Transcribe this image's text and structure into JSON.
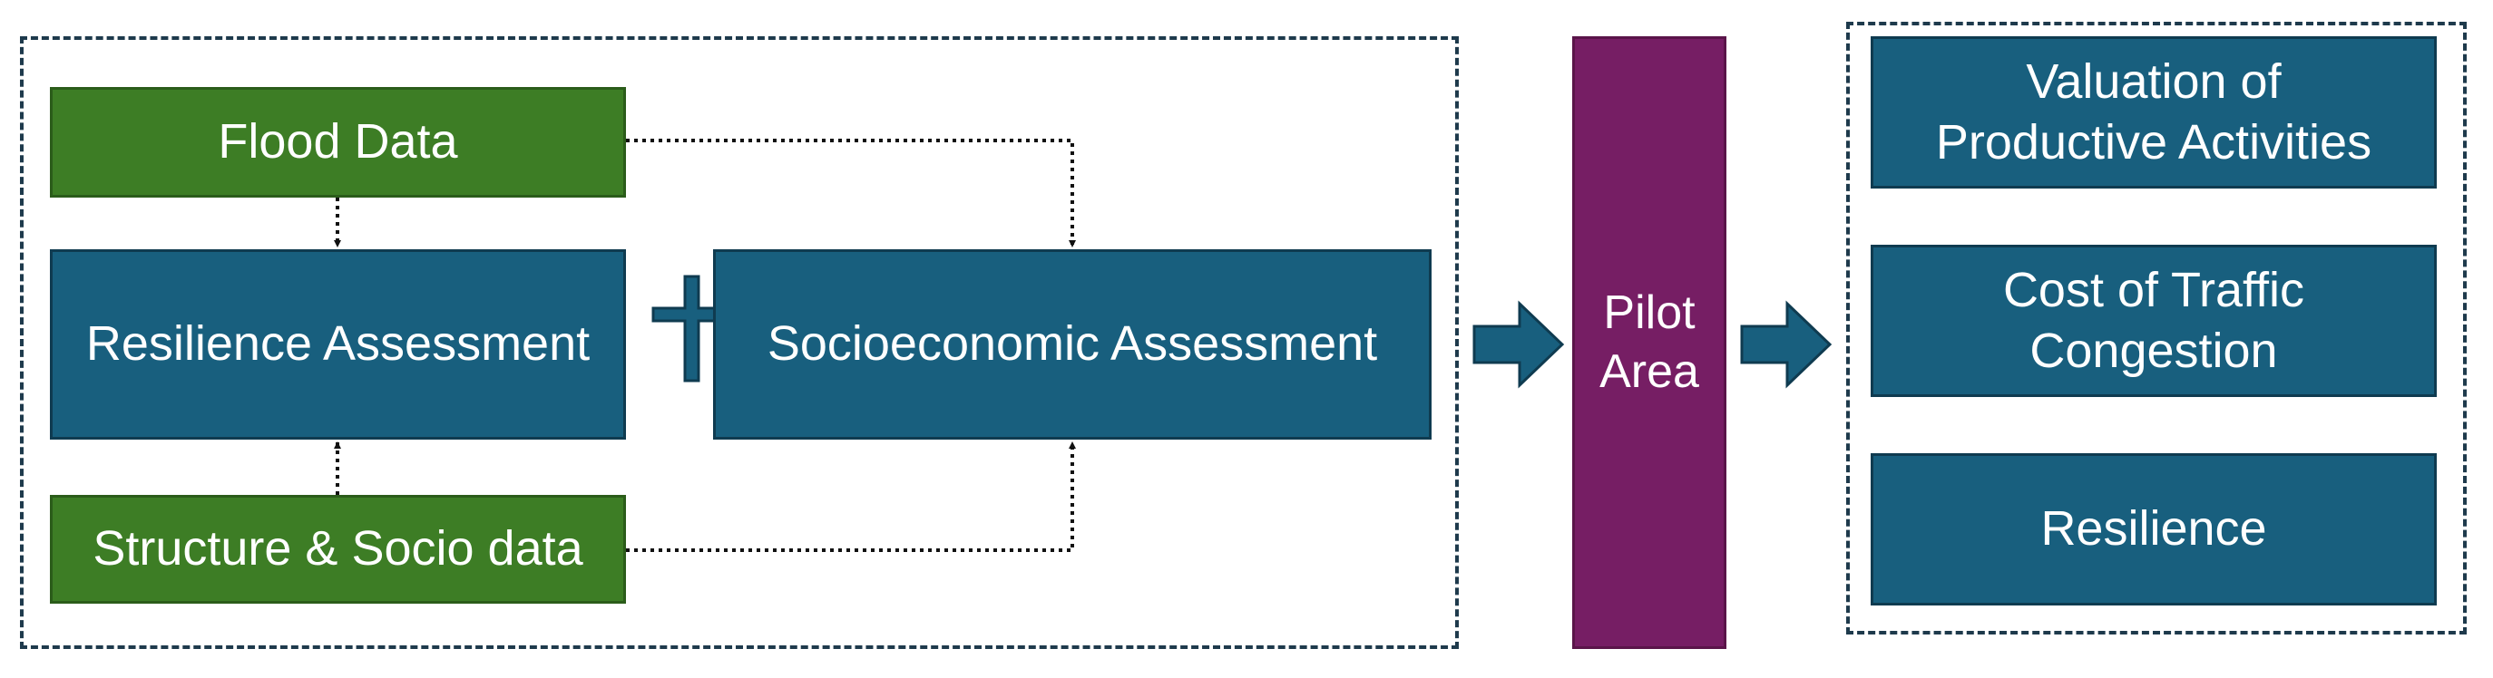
{
  "inputs": {
    "flood_data": "Flood Data",
    "structure_socio_data": "Structure & Socio data"
  },
  "assessments": {
    "resilience": "Resilience Assessment",
    "socioeconomic": "Socioeconomic Assessment"
  },
  "pilot_area": {
    "line1": "Pilot",
    "line2": "Area"
  },
  "outputs": {
    "valuation_line1": "Valuation of",
    "valuation_line2": "Productive Activities",
    "traffic_line1": "Cost of Traffic",
    "traffic_line2": "Congestion",
    "resilience": "Resilience"
  },
  "colors": {
    "input_green": "#3d7d25",
    "process_blue": "#185f7e",
    "pilot_purple": "#761e64",
    "dashed_border": "#1e3a4c"
  }
}
